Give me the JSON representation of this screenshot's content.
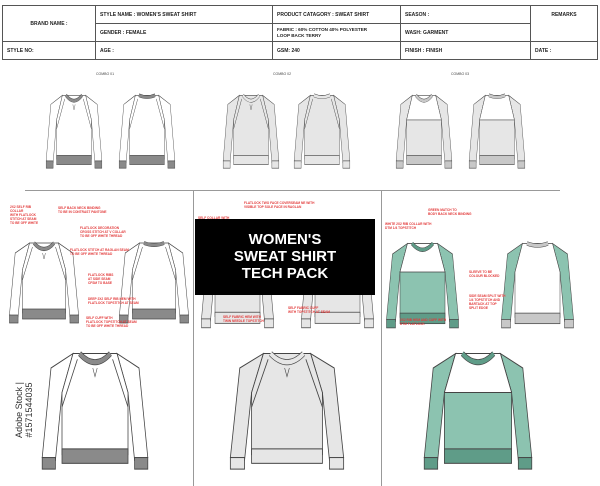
{
  "header": {
    "brand_name": "BRAND NAME :",
    "style_name": "STYLE NAME : WOMEN'S SWEAT SHIRT",
    "product_category": "PRODUCT CATAGORY : SWEAT SHIRT",
    "season": "SEASON :",
    "remarks": "REMARKS",
    "gender": "GENDER : FEMALE",
    "fabric": "FABRIC : 60% COTTON 40% POLYESTER\nLOOP BACK TERRY",
    "wash": "WASH: GARMENT",
    "style_no": "STYLE NO:",
    "age": "AGE :",
    "gsm": "GSM: 240",
    "finish": "FINISH : FINISH",
    "date": "DATE :"
  },
  "combos": [
    {
      "label": "COMBO 01",
      "body": "#ffffff",
      "sleeve": "#ffffff",
      "yoke": "#ffffff",
      "rib": "#8a8a8a",
      "raglan": true
    },
    {
      "label": "COMBO 02",
      "body": "#e6e6e6",
      "sleeve": "#e6e6e6",
      "yoke": "#e6e6e6",
      "rib": "#e6e6e6",
      "raglan": true
    },
    {
      "label": "COMBO 03",
      "body": "#e6e6e6",
      "sleeve": "#e6e6e6",
      "yoke": "#ffffff",
      "rib": "#c8c8c8",
      "raglan": false
    }
  ],
  "detail_colors": {
    "green": "#8cc3b0",
    "green_rib": "#5f9c88",
    "annotation": "#e23a3a"
  },
  "title": "WOMEN'S\nSWEAT SHIRT\nTECH PACK",
  "annotations": {
    "p1": [
      "2X2 SELF RIB\nCOLLAR\nWITH FLATLOCK\nSTITCH AT SEAM\nTO BE OFF WHITE",
      "SELF BACK NECK BINDING\nTO BE IN CONTRAST PANTONE",
      "FLATLOCK DECORATION\nCROSS STITCH AT V COLLAR\nTO BE OFF WHITE THREAD",
      "FLATLOCK STITCH AT RAGLAN SEAM\nTO BE OFF WHITE THREAD",
      "FLATLOCK RIBS\nAT SIDE SEAM\nCFSM TO BASE",
      "DEEP 2X2 SELF RIB HEM WITH\nFLATLOCK TOPSTITCH AT SEAM",
      "SELF CUFF WITH\nFLATLOCK TOPSTITCH AT SEAM\nTO BE OFF WHITE THREAD"
    ],
    "p2": [
      "FLATLOCK TWO FACE COVERSEAM NE WITH\nVISIBLE TOP SOLE FACE IN RAGLAN",
      "SELF COLLAR WITH",
      "SELF FABRIC HEM WITH\nTWIN NEEDLE TOPSTITCH",
      "SELF FABRIC CUFF\nWITH TOPSTITCH AT SEAM"
    ],
    "p3": [
      "GREEN MATCH TO\nBODY BACK NECK BINDING",
      "WHITE 2X2 RIB COLLAR WITH\nDTM 1/4 TOPSTITCH",
      "SLEEVE TO BE\nCOLOUR BLOCKED",
      "SIDE SEAM SPLIT WITH\n1/4 TOPSTITCH AND\nBARTACK AT TOP\nSPLIT EDGE",
      "2X2 RIB HEM AND CUFF WITH\nDTM FLATLOCK"
    ]
  },
  "watermark": "Adobe Stock | #1571544035"
}
